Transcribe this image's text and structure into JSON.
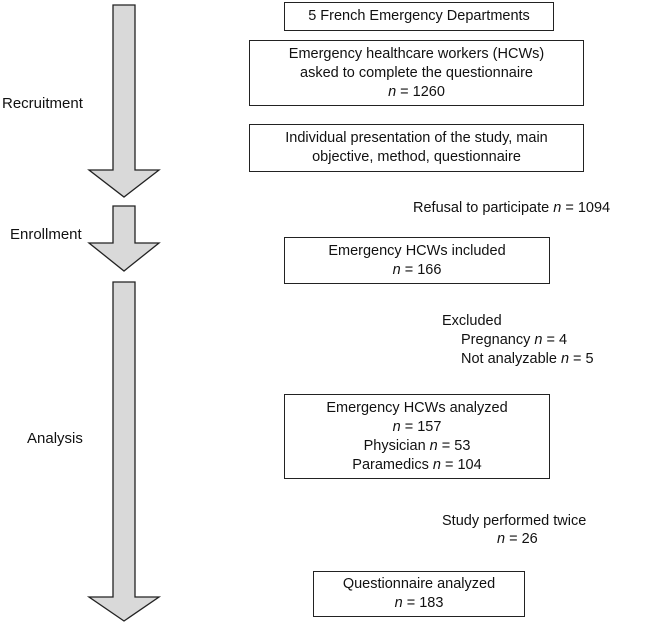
{
  "stages": {
    "recruitment": "Recruitment",
    "enrollment": "Enrollment",
    "analysis": "Analysis"
  },
  "n_symbol": "n",
  "boxes": {
    "departments": {
      "line1": "5 French Emergency Departments"
    },
    "asked": {
      "line1": "Emergency healthcare workers (HCWs)",
      "line2": "asked to complete the questionnaire",
      "n_value": " = 1260"
    },
    "presentation": {
      "line1": "Individual presentation of the study, main",
      "line2": "objective, method, questionnaire"
    },
    "included": {
      "line1": "Emergency HCWs included",
      "n_value": " = 166"
    },
    "analyzed": {
      "line1": "Emergency HCWs analyzed",
      "n_value": " = 157",
      "physician_label": "Physician ",
      "physician_value": " = 53",
      "paramedics_label": "Paramedics ",
      "paramedics_value": " = 104"
    },
    "questionnaire": {
      "line1": "Questionnaire analyzed",
      "n_value": " = 183"
    }
  },
  "notes": {
    "refusal": {
      "label": "Refusal to participate ",
      "value": " = 1094"
    },
    "excluded": {
      "title": "Excluded",
      "pregnancy_label": "Pregnancy ",
      "pregnancy_value": " = 4",
      "not_analyzable_label": "Not analyzable ",
      "not_analyzable_value": " = 5"
    },
    "twice": {
      "line1": "Study performed twice",
      "value": " = 26"
    }
  },
  "colors": {
    "arrow_fill": "#d9d9d9",
    "stroke": "#222222"
  }
}
